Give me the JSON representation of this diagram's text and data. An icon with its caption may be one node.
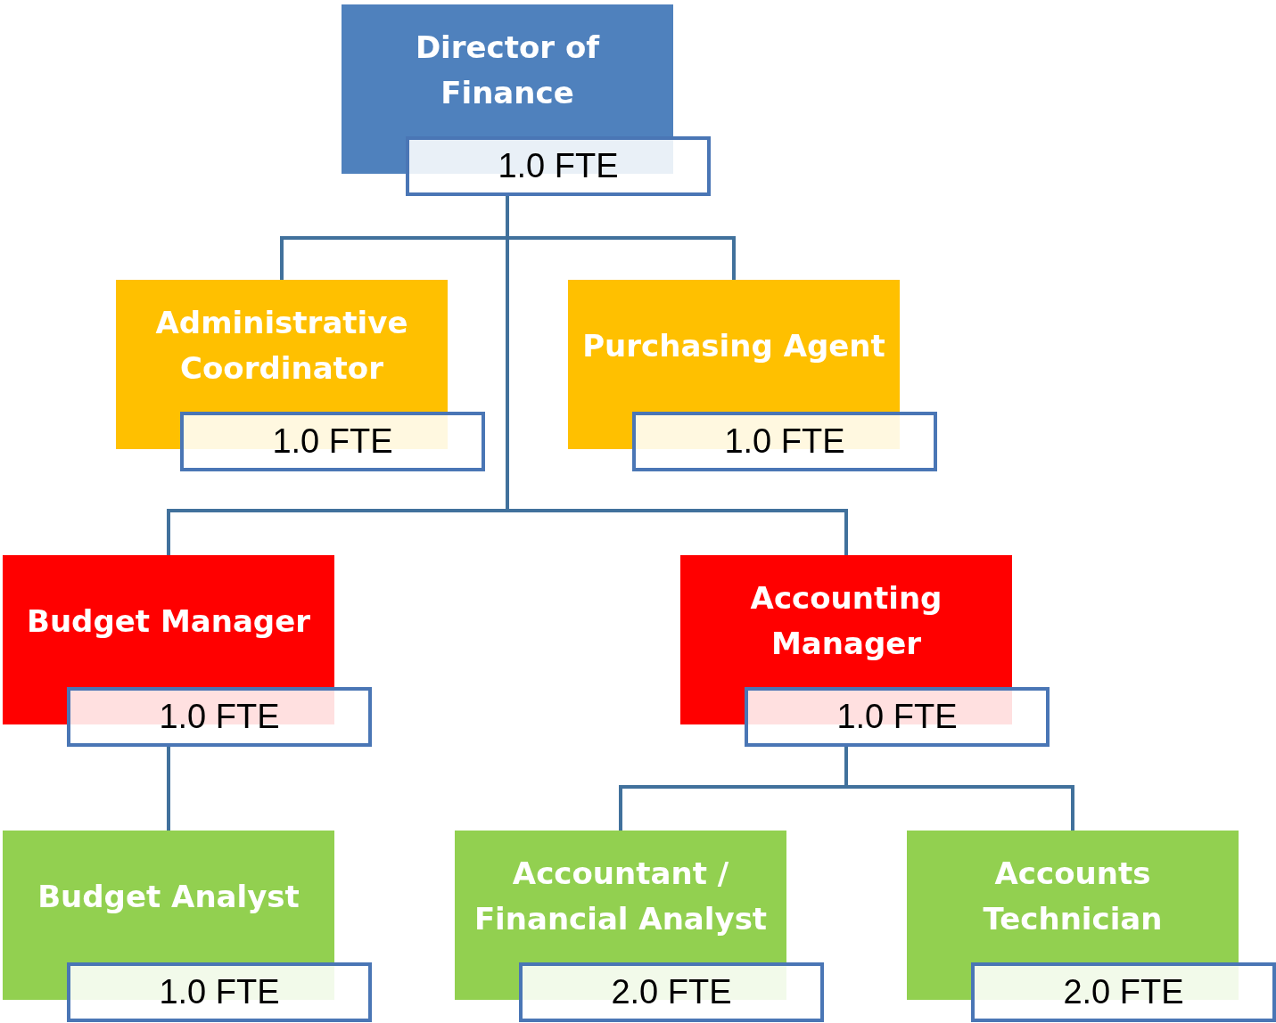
{
  "diagram": {
    "nodes": [
      {
        "text": [
          "Director of Finance",
          "1.0 FTE"
        ]
      },
      {
        "text": [
          "Administrative Coordinator",
          "1.0 FTE"
        ]
      },
      {
        "text": [
          "Purchasing Agent",
          "1.0 FTE"
        ]
      },
      {
        "text": [
          "Budget Manager",
          "1.0 FTE"
        ]
      },
      {
        "text": [
          "Accounting Manager",
          "1.0 FTE"
        ]
      },
      {
        "text": [
          "Budget Analyst",
          "1.0 FTE"
        ]
      },
      {
        "text": [
          "Accountant / Financial Analyst",
          "2.0 FTE"
        ]
      },
      {
        "text": [
          "Accounts Technician",
          "2.0 FTE"
        ]
      }
    ],
    "edges": [
      {
        "from": 0,
        "to": 1,
        "arrow": "none"
      },
      {
        "from": 0,
        "to": 2,
        "arrow": "none"
      },
      {
        "from": 0,
        "to": 3,
        "arrow": "none"
      },
      {
        "from": 0,
        "to": 4,
        "arrow": "none"
      },
      {
        "from": 3,
        "to": 5,
        "arrow": "none"
      },
      {
        "from": 4,
        "to": 6,
        "arrow": "none"
      },
      {
        "from": 4,
        "to": 7,
        "arrow": "none"
      }
    ]
  }
}
